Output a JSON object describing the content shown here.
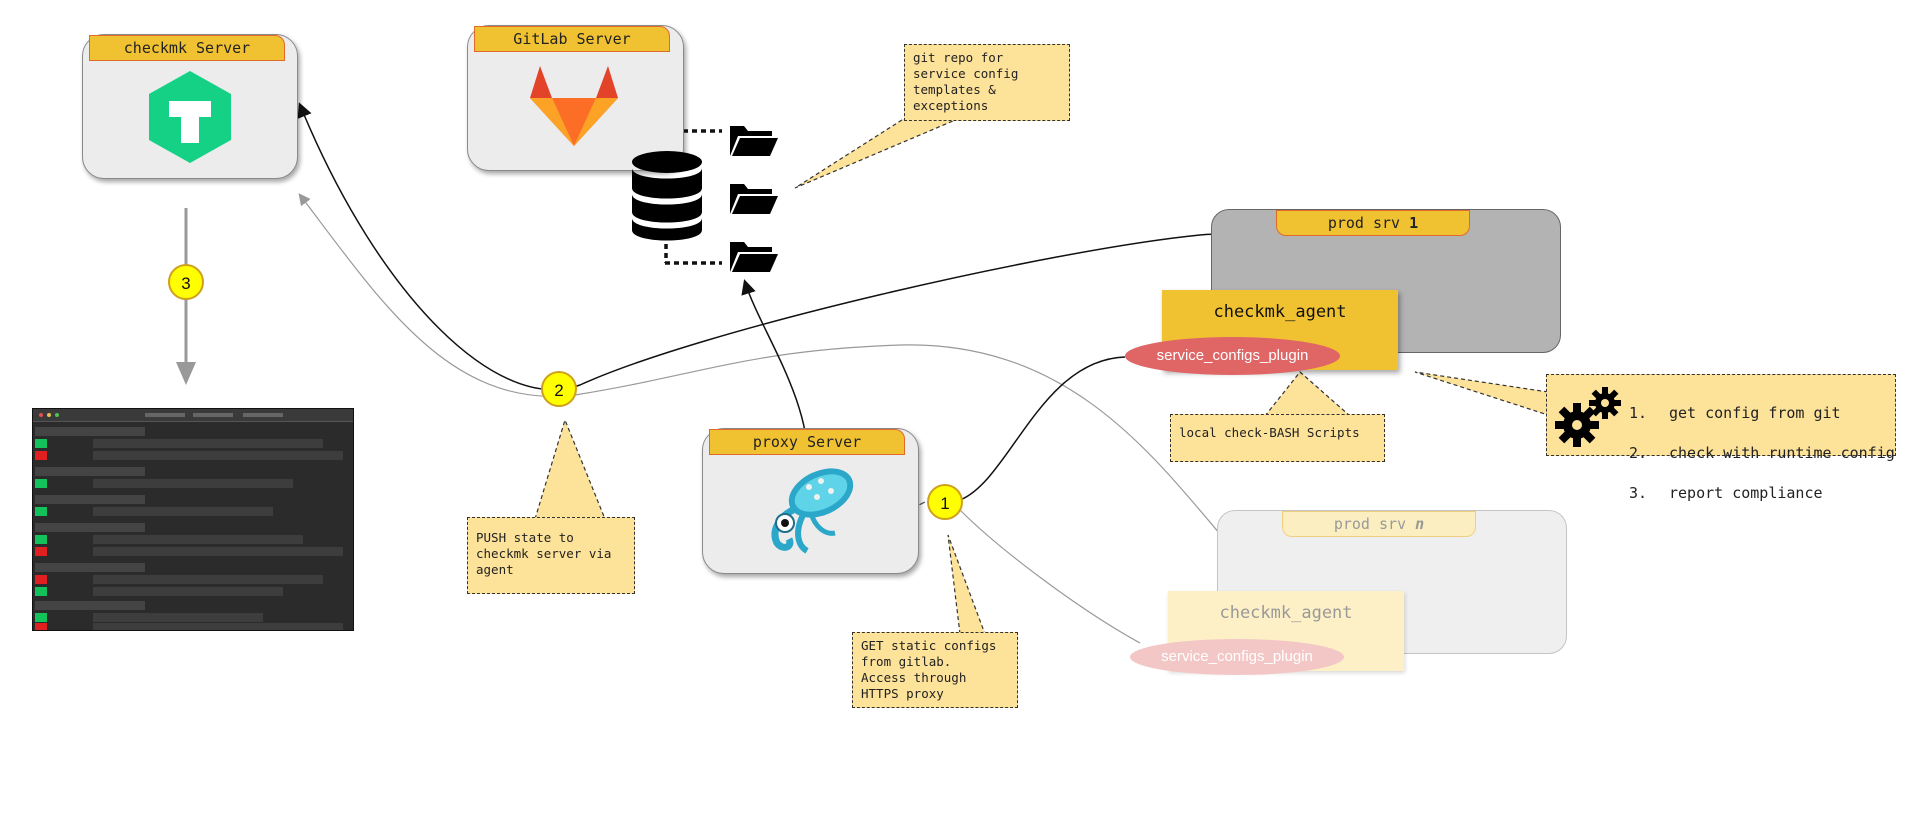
{
  "servers": {
    "checkmk": {
      "title": "checkmk Server"
    },
    "gitlab": {
      "title": "GitLab Server"
    },
    "proxy": {
      "title": "proxy Server"
    },
    "prod1": {
      "title_prefix": "prod srv ",
      "title_suffix": "1"
    },
    "prodn": {
      "title_prefix": "prod srv ",
      "title_suffix": "n"
    }
  },
  "agents": {
    "agent1": {
      "label": "checkmk_agent",
      "plugin": "service_configs_plugin"
    },
    "agentn": {
      "label": "checkmk_agent",
      "plugin": "service_configs_plugin"
    }
  },
  "notes": {
    "git_repo": "git repo for\nservice config\ntemplates &\nexceptions",
    "local_scripts": "local check-BASH Scripts",
    "push_state": "PUSH state to\ncheckmk server via\nagent",
    "get_static": "GET static configs\nfrom gitlab.\nAccess through\nHTTPS proxy"
  },
  "steps": {
    "items": [
      "get config from git",
      "check with runtime config",
      "report compliance"
    ],
    "numbers": [
      "1.",
      "2.",
      "3."
    ]
  },
  "badges": {
    "one": "1",
    "two": "2",
    "three": "3"
  },
  "colors": {
    "title_bar": "#f0c232",
    "note_bg": "#fde29a",
    "plugin": "#e06666",
    "badge": "#ffff00",
    "checkmk_logo": "#15d186",
    "prod_box": "#b3b3b3"
  },
  "icons": [
    "checkmk-logo-icon",
    "gitlab-logo-icon",
    "database-icon",
    "folder-icon",
    "squid-icon",
    "gears-icon",
    "arrow-down-icon"
  ]
}
